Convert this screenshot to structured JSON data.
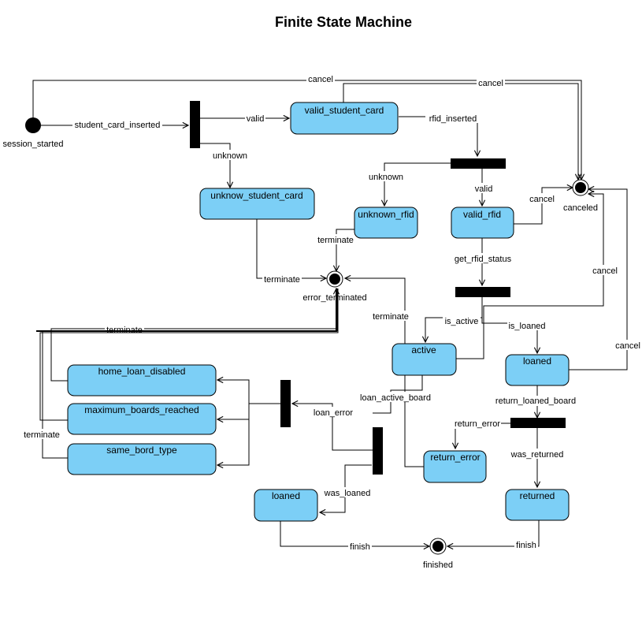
{
  "title": "Finite State Machine",
  "colors": {
    "state_fill": "#7ccff6",
    "line": "#000000",
    "bar": "#000000"
  },
  "states": {
    "valid_student_card": "valid_student_card",
    "unknow_student_card": "unknow_student_card",
    "unknown_rfid": "unknown_rfid",
    "valid_rfid": "valid_rfid",
    "active": "active",
    "loaned_top": "loaned",
    "home_loan_disabled": "home_loan_disabled",
    "maximum_boards_reached": "maximum_boards_reached",
    "same_bord_type": "same_bord_type",
    "return_error": "return_error",
    "loaned_bottom": "loaned",
    "returned": "returned"
  },
  "nodes": {
    "session_started": "session_started",
    "canceled": "canceled",
    "error_terminated": "error_terminated",
    "finished": "finished"
  },
  "edges": {
    "cancel_top": "cancel",
    "cancel_top2": "cancel",
    "student_card_inserted": "student_card_inserted",
    "valid_card": "valid",
    "unknown_card": "unknown",
    "rfid_inserted": "rfid_inserted",
    "unknown_rfid": "unknown",
    "valid_rfid": "valid",
    "cancel_rfid": "cancel",
    "terminate_unknown_rfid": "terminate",
    "terminate_unknow_card": "terminate",
    "get_rfid_status": "get_rfid_status",
    "terminate_return_error": "terminate",
    "is_active": "is_active",
    "is_loaned": "is_loaned",
    "cancel_active": "cancel",
    "cancel_loaned": "cancel",
    "terminate_home": "terminate",
    "terminate_same": "terminate",
    "loan_active_board": "loan_active_board",
    "loan_error": "loan_error",
    "return_loaned_board": "return_loaned_board",
    "return_error": "return_error",
    "was_returned": "was_returned",
    "was_loaned": "was_loaned",
    "finish_loaned": "finish",
    "finish_returned": "finish"
  }
}
